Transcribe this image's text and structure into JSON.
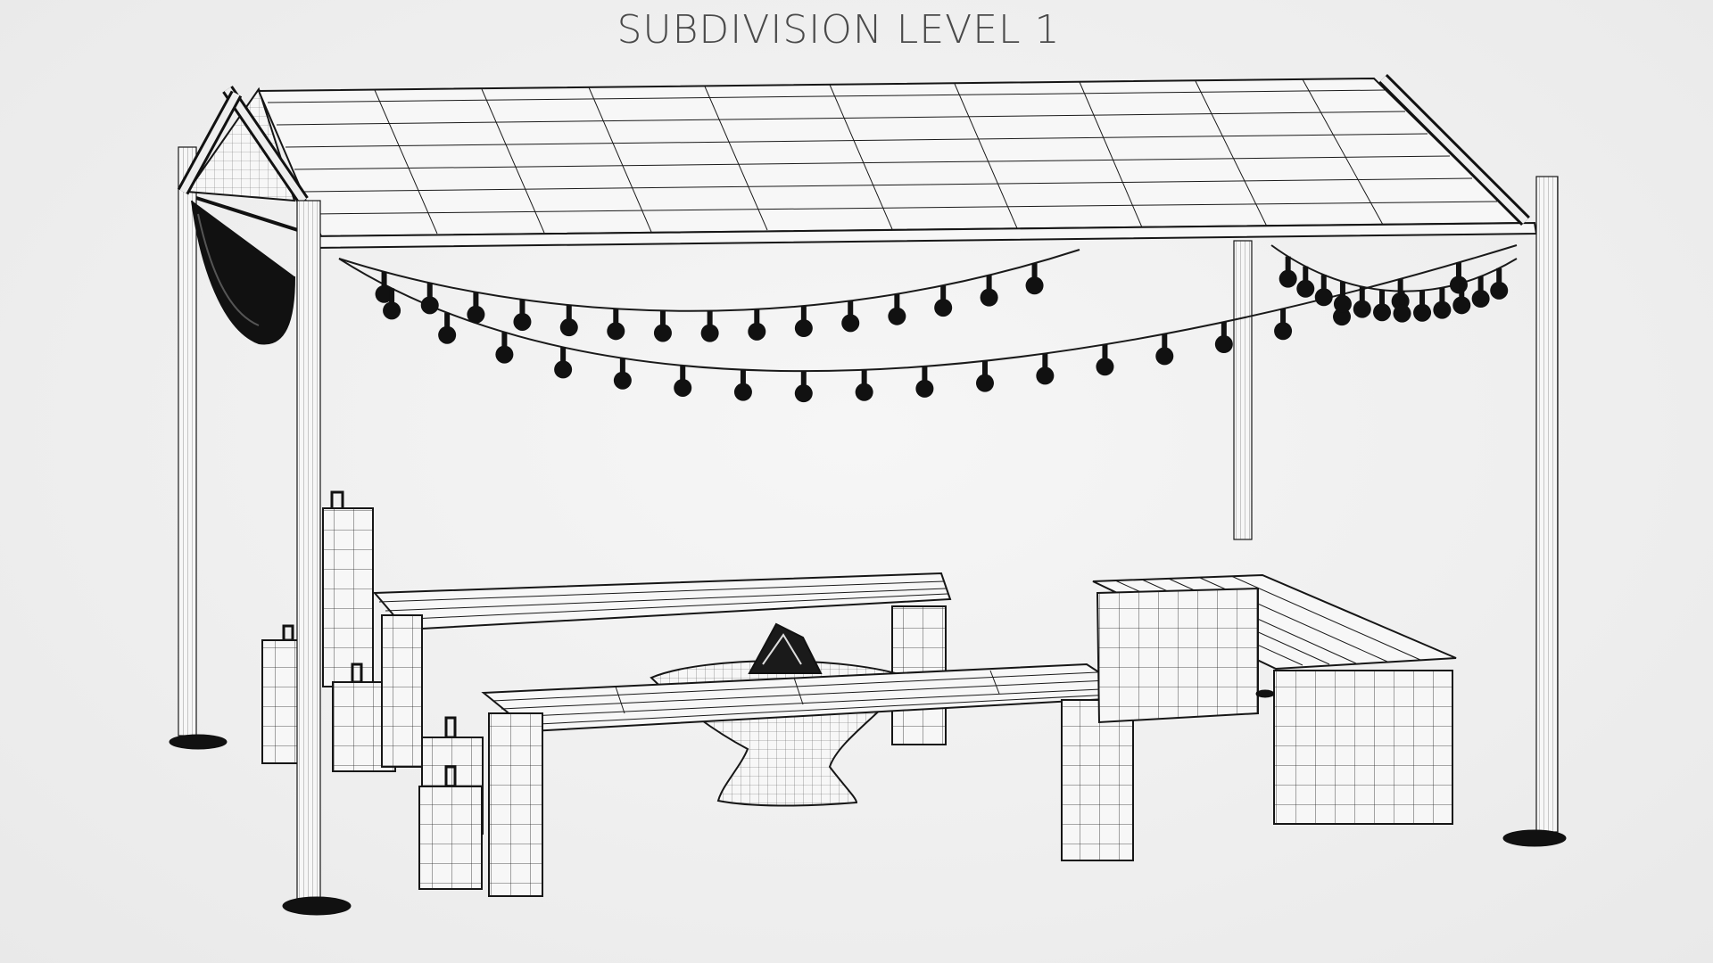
{
  "title": "SUBDIVISION LEVEL 1",
  "colors": {
    "background": "#efefef",
    "wireframe": "#161616",
    "title_text": "#4a4a4a"
  },
  "scene_objects": [
    "canopy-roof",
    "support-posts",
    "string-lights",
    "benches",
    "fire-pit",
    "lanterns"
  ]
}
